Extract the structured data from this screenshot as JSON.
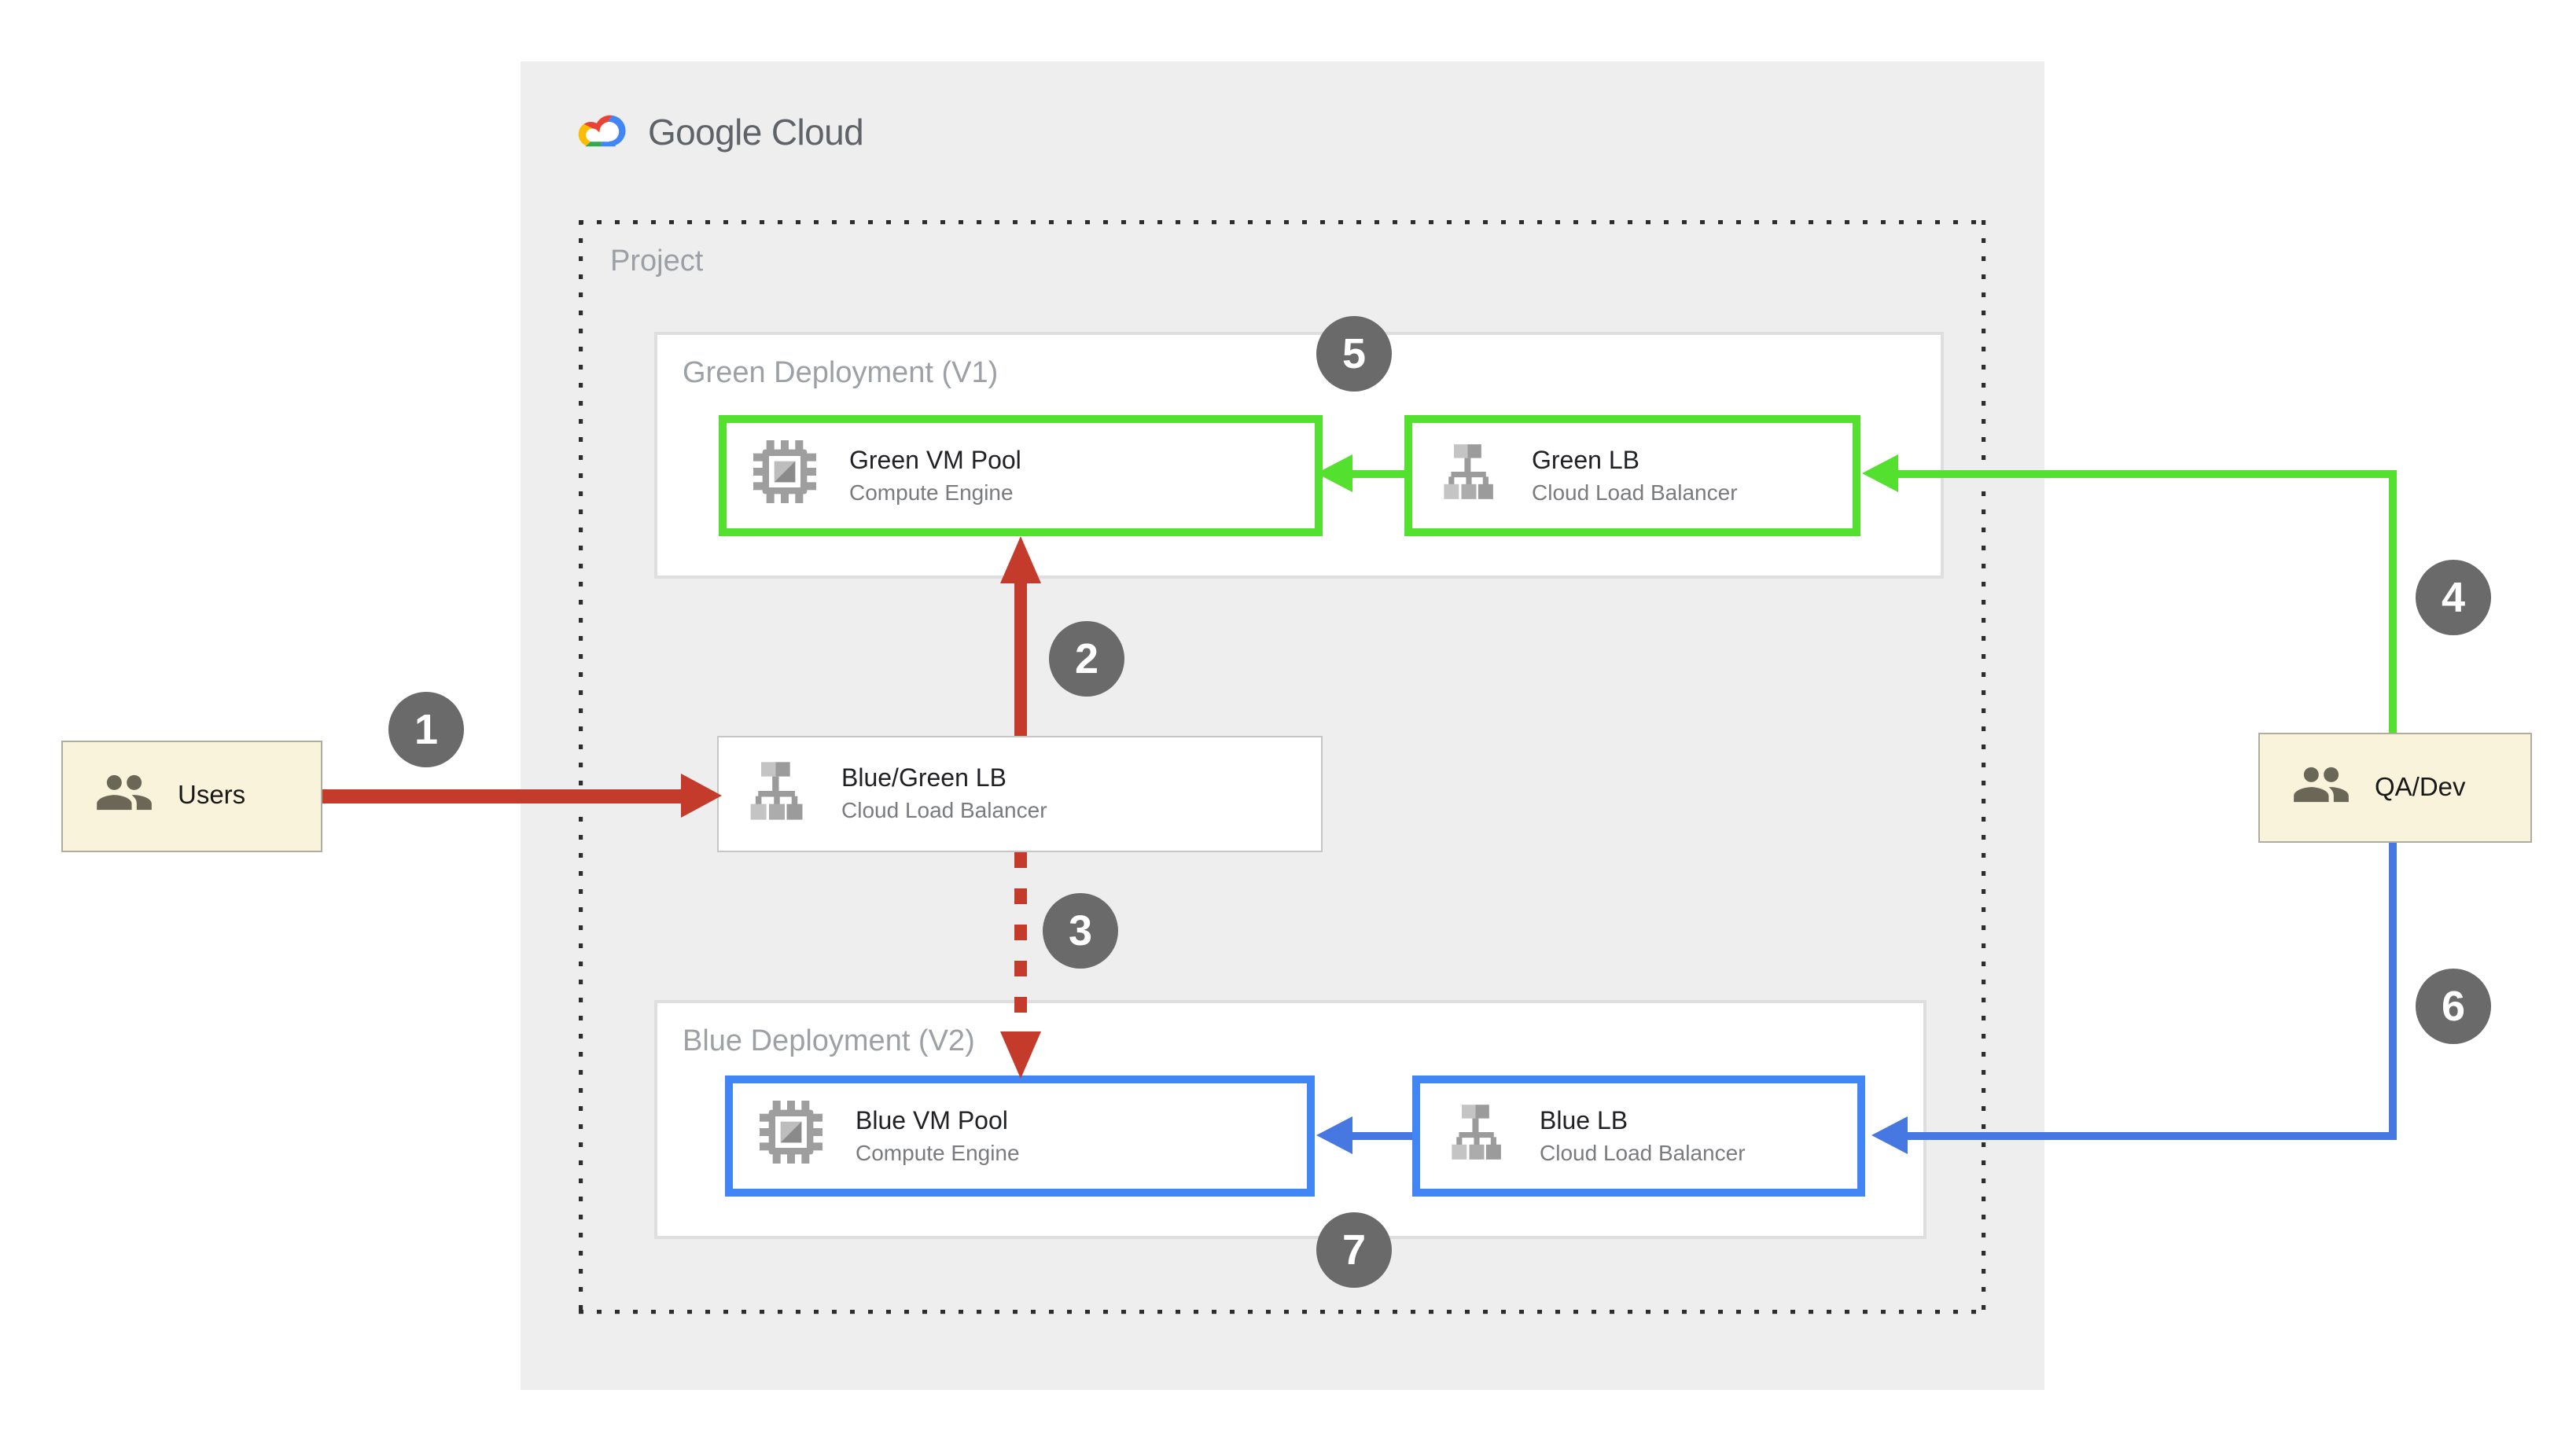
{
  "logo": {
    "text": "Google Cloud"
  },
  "project": {
    "label": "Project"
  },
  "groups": {
    "green": {
      "label": "Green Deployment (V1)"
    },
    "blue": {
      "label": "Blue Deployment (V2)"
    }
  },
  "nodes": {
    "green_vm": {
      "title": "Green VM Pool",
      "subtitle": "Compute Engine",
      "icon": "compute-engine-icon"
    },
    "green_lb": {
      "title": "Green LB",
      "subtitle": "Cloud Load Balancer",
      "icon": "load-balancer-icon"
    },
    "bg_lb": {
      "title": "Blue/Green LB",
      "subtitle": "Cloud Load Balancer",
      "icon": "load-balancer-icon"
    },
    "blue_vm": {
      "title": "Blue VM Pool",
      "subtitle": "Compute Engine",
      "icon": "compute-engine-icon"
    },
    "blue_lb": {
      "title": "Blue LB",
      "subtitle": "Cloud Load Balancer",
      "icon": "load-balancer-icon"
    }
  },
  "actors": {
    "users": {
      "label": "Users",
      "icon": "people-icon"
    },
    "qa_dev": {
      "label": "QA/Dev",
      "icon": "people-icon"
    }
  },
  "badges": [
    {
      "label": "1"
    },
    {
      "label": "2"
    },
    {
      "label": "3"
    },
    {
      "label": "4"
    },
    {
      "label": "5"
    },
    {
      "label": "6"
    },
    {
      "label": "7"
    }
  ],
  "colors": {
    "red_arrow": "#C43B2B",
    "green_accent": "#54E02F",
    "blue_accent": "#4285F4",
    "blue_line": "#4778E2",
    "badge_gray": "#6A6A6A",
    "panel_gray": "#EEEEEE",
    "actor_cream": "#FAF3DB",
    "label_gray": "#9DA1A6",
    "logo_text_gray": "#5F6368"
  }
}
